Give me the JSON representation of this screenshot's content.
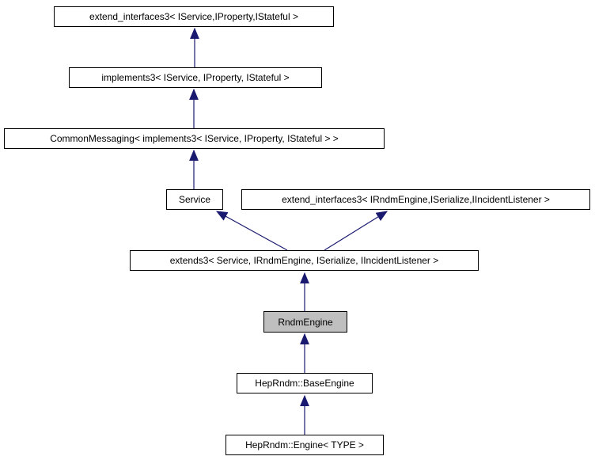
{
  "diagram": {
    "type": "inheritance-graph",
    "subject": "RndmEngine",
    "nodes": [
      {
        "id": "extend_interfaces3_iservice",
        "label": "extend_interfaces3< IService,IProperty,IStateful >",
        "highlighted": false
      },
      {
        "id": "implements3",
        "label": "implements3< IService, IProperty, IStateful >",
        "highlighted": false
      },
      {
        "id": "common_messaging",
        "label": "CommonMessaging< implements3< IService, IProperty, IStateful > >",
        "highlighted": false
      },
      {
        "id": "service",
        "label": "Service",
        "highlighted": false
      },
      {
        "id": "extend_interfaces3_irndmengine",
        "label": "extend_interfaces3< IRndmEngine,ISerialize,IIncidentListener >",
        "highlighted": false
      },
      {
        "id": "extends3",
        "label": "extends3< Service, IRndmEngine, ISerialize, IIncidentListener >",
        "highlighted": false
      },
      {
        "id": "rndm_engine",
        "label": "RndmEngine",
        "highlighted": true
      },
      {
        "id": "heprndm_base_engine",
        "label": "HepRndm::BaseEngine",
        "highlighted": false
      },
      {
        "id": "heprndm_engine_type",
        "label": "HepRndm::Engine< TYPE >",
        "highlighted": false
      }
    ],
    "edges": [
      {
        "from": "implements3",
        "to": "extend_interfaces3_iservice"
      },
      {
        "from": "common_messaging",
        "to": "implements3"
      },
      {
        "from": "service",
        "to": "common_messaging"
      },
      {
        "from": "extends3",
        "to": "service"
      },
      {
        "from": "extends3",
        "to": "extend_interfaces3_irndmengine"
      },
      {
        "from": "rndm_engine",
        "to": "extends3"
      },
      {
        "from": "heprndm_base_engine",
        "to": "rndm_engine"
      },
      {
        "from": "heprndm_engine_type",
        "to": "heprndm_base_engine"
      }
    ],
    "colors": {
      "arrow": "#191970",
      "node-border": "#000000",
      "node-bg": "#ffffff",
      "highlight-bg": "#bfbfbf",
      "text": "#000000",
      "page-bg": "#ffffff"
    }
  }
}
